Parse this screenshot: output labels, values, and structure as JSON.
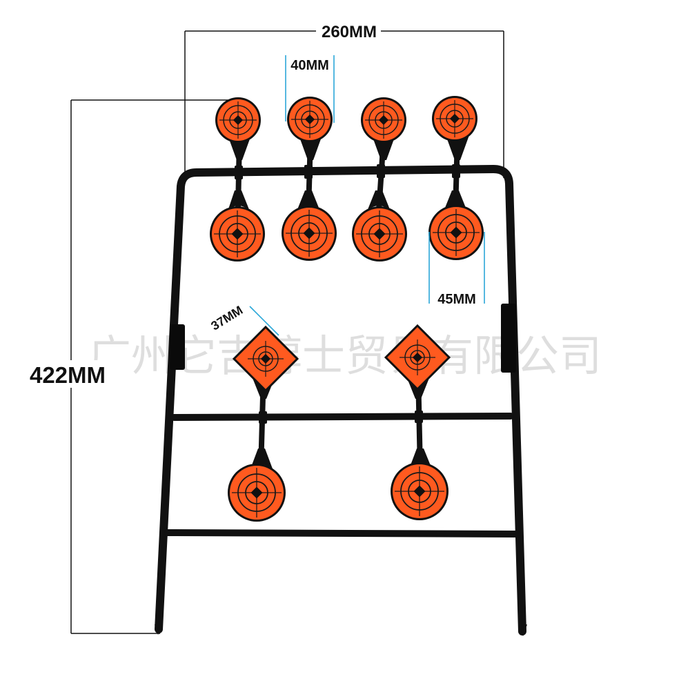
{
  "dimensions": {
    "total_width": "260MM",
    "total_height": "422MM",
    "small_plate": "40MM",
    "large_plate": "45MM",
    "diamond_plate": "37MM"
  },
  "watermark": "广州它吉醇士贸易有限公司",
  "colors": {
    "target_orange": "#ff5a1f",
    "ring_dark": "#1a1a1a",
    "frame_black": "#111111",
    "dim_line": "#111111",
    "dim_accent": "#2aa7d8",
    "watermark": "#d9d9d9"
  }
}
